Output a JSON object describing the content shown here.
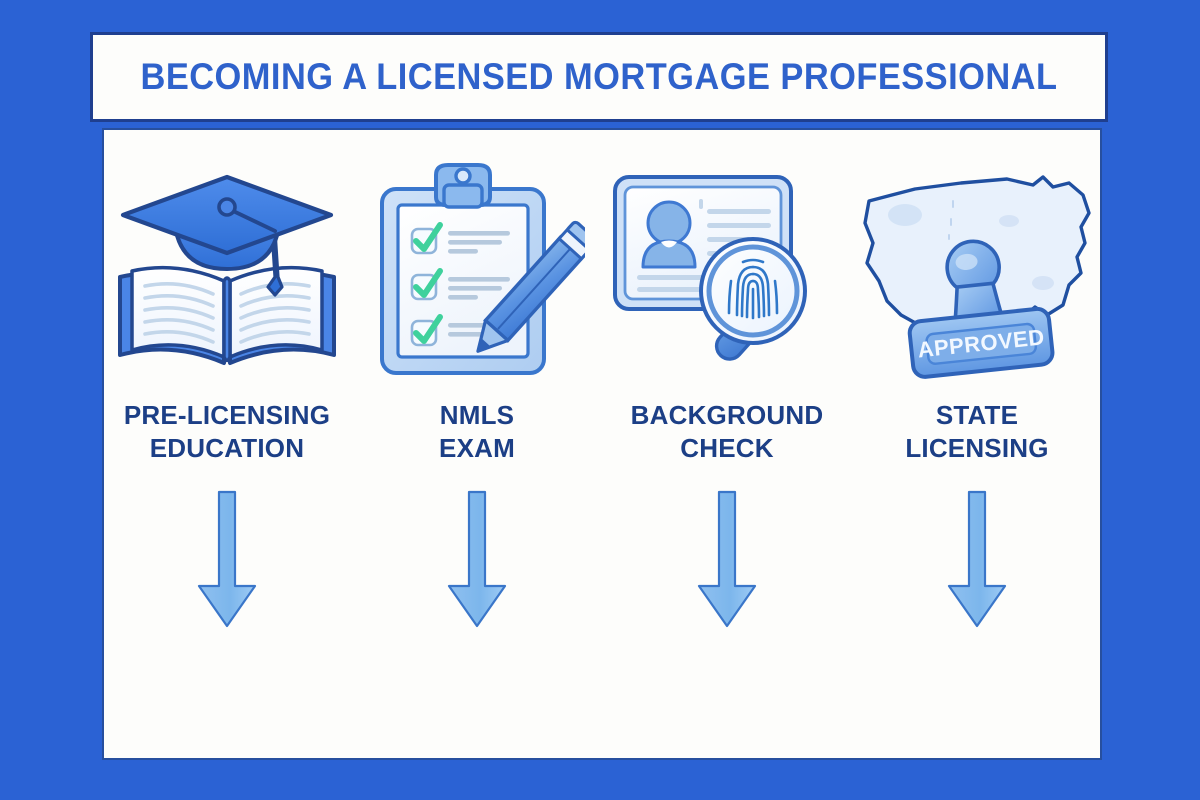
{
  "page": {
    "background_color": "#2b62d4",
    "panel_color": "#fdfdfb",
    "title_color": "#2f62cb",
    "label_color": "#1c3f86",
    "accent_blue": "#3a7ae0",
    "light_blue": "#a9cdf2",
    "outline_navy": "#23478f",
    "check_green": "#3fd19c"
  },
  "header": {
    "title": "BECOMING A LICENSED MORTGAGE PROFESSIONAL"
  },
  "steps": [
    {
      "index": 1,
      "icon": "graduation-cap-book-icon",
      "label": "PRE-LICENSING\nEDUCATION",
      "arrow": "down-arrow-icon"
    },
    {
      "index": 2,
      "icon": "clipboard-checklist-pencil-icon",
      "label": "NMLS\nEXAM",
      "arrow": "down-arrow-icon"
    },
    {
      "index": 3,
      "icon": "id-card-fingerprint-magnifier-icon",
      "label": "BACKGROUND\nCHECK",
      "arrow": "down-arrow-icon"
    },
    {
      "index": 4,
      "icon": "usa-map-approved-stamp-icon",
      "label": "STATE\nLICENSING",
      "arrow": "down-arrow-icon",
      "stamp_text": "APPROVED"
    }
  ]
}
